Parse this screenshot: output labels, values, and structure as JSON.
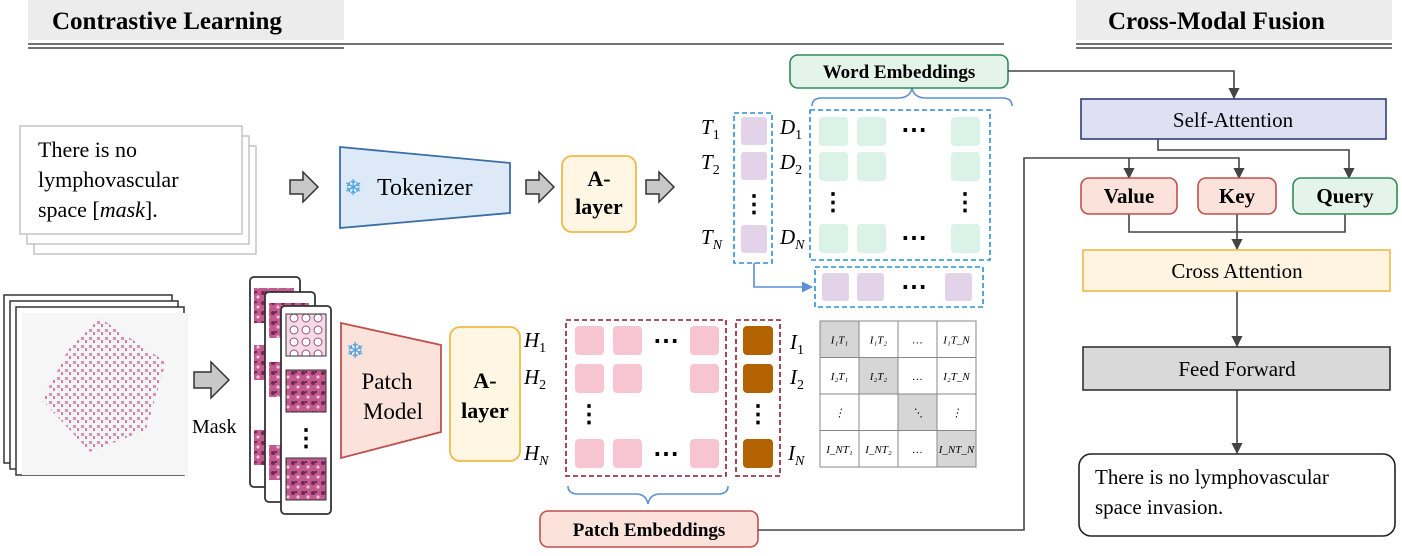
{
  "sections": {
    "contrastive_title": "Contrastive Learning",
    "fusion_title": "Cross-Modal Fusion"
  },
  "text_input": {
    "line1": "There is no",
    "line2": "lymphovascular",
    "line3_prefix": "space [",
    "line3_mask": "mask",
    "line3_suffix": "]."
  },
  "tokenizer": {
    "label": "Tokenizer",
    "icon": "snowflake-icon"
  },
  "a_layer": {
    "line1": "A-",
    "line2": "layer"
  },
  "patch_model": {
    "line1": "Patch",
    "line2": "Model",
    "icon": "snowflake-icon"
  },
  "mask_label": "Mask",
  "word_embeddings": {
    "label": "Word Embeddings"
  },
  "patch_embeddings": {
    "label": "Patch  Embeddings"
  },
  "symbols": {
    "T": "T",
    "D": "D",
    "H": "H",
    "I": "I",
    "sub1": "1",
    "sub2": "2",
    "subN": "N",
    "hdots": "⋯",
    "vdots": "⋮"
  },
  "matrix": {
    "rows": [
      [
        "I₁T₁",
        "I₁T₂",
        "…",
        "I₁T_N"
      ],
      [
        "I₂T₁",
        "I₂T₂",
        "…",
        "I₂T_N"
      ],
      [
        "⋮",
        "",
        "⋱",
        "⋮"
      ],
      [
        "I_NT₁",
        "I_NT₂",
        "…",
        "I_NT_N"
      ]
    ]
  },
  "fusion": {
    "self_attention": "Self-Attention",
    "value": "Value",
    "key": "Key",
    "query": "Query",
    "cross_attention": "Cross Attention",
    "feed_forward": "Feed Forward",
    "output_line1": "There is no lymphovascular",
    "output_line2": "space invasion."
  },
  "colors": {
    "tokenizer_fill": "#dde9f7",
    "tokenizer_stroke": "#3a6ea5",
    "a_layer_fill": "#fff6e3",
    "a_layer_stroke": "#f0b94a",
    "patch_fill": "#fbe3dc",
    "patch_stroke": "#c0504d",
    "word_fill": "#e5f4ea",
    "word_stroke": "#2e8b57",
    "lilac": "#e3d3e8",
    "mint": "#daf2e7",
    "pink": "#f7c5d1",
    "brown": "#b36200",
    "self_attn_fill": "#dfe1f2",
    "value_fill": "#fbe3dc",
    "key_fill": "#fbe3dc",
    "query_fill": "#e5f4ea",
    "cross_fill": "#fff4e0",
    "ff_fill": "#d9d9d9",
    "matrix_gray": "#d6d6d6"
  }
}
